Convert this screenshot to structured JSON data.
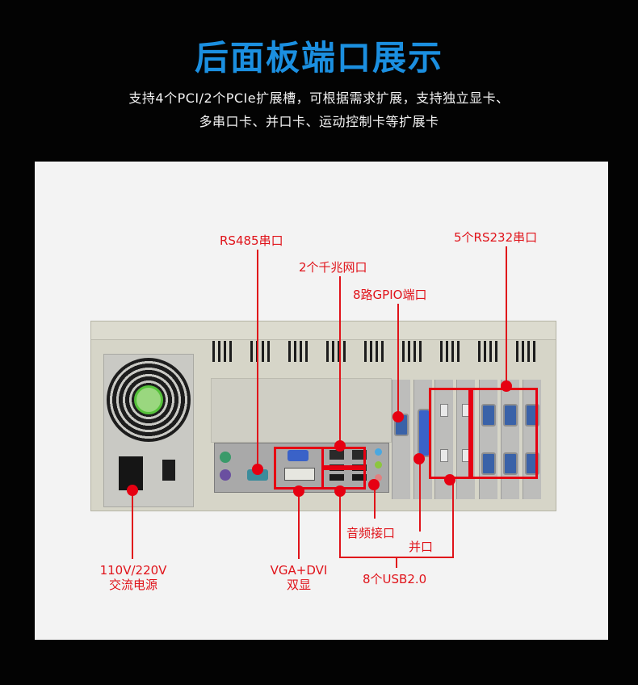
{
  "header": {
    "title": "后面板端口展示",
    "subtitle_line1": "支持4个PCI/2个PCIe扩展槽，可根据需求扩展，支持独立显卡、",
    "subtitle_line2": "多串口卡、并口卡、运动控制卡等扩展卡"
  },
  "colors": {
    "background": "#030303",
    "title": "#1b8fe0",
    "panel": "#f3f3f3",
    "callout": "#e60012"
  },
  "callouts": {
    "rs485": "RS485串口",
    "lan": "2个千兆网口",
    "gpio": "8路GPIO端口",
    "rs232": "5个RS232串口",
    "power_line1": "110V/220V",
    "power_line2": "交流电源",
    "display_line1": "VGA+DVI",
    "display_line2": "双显",
    "audio": "音频接口",
    "parallel": "并口",
    "usb": "8个USB2.0"
  }
}
